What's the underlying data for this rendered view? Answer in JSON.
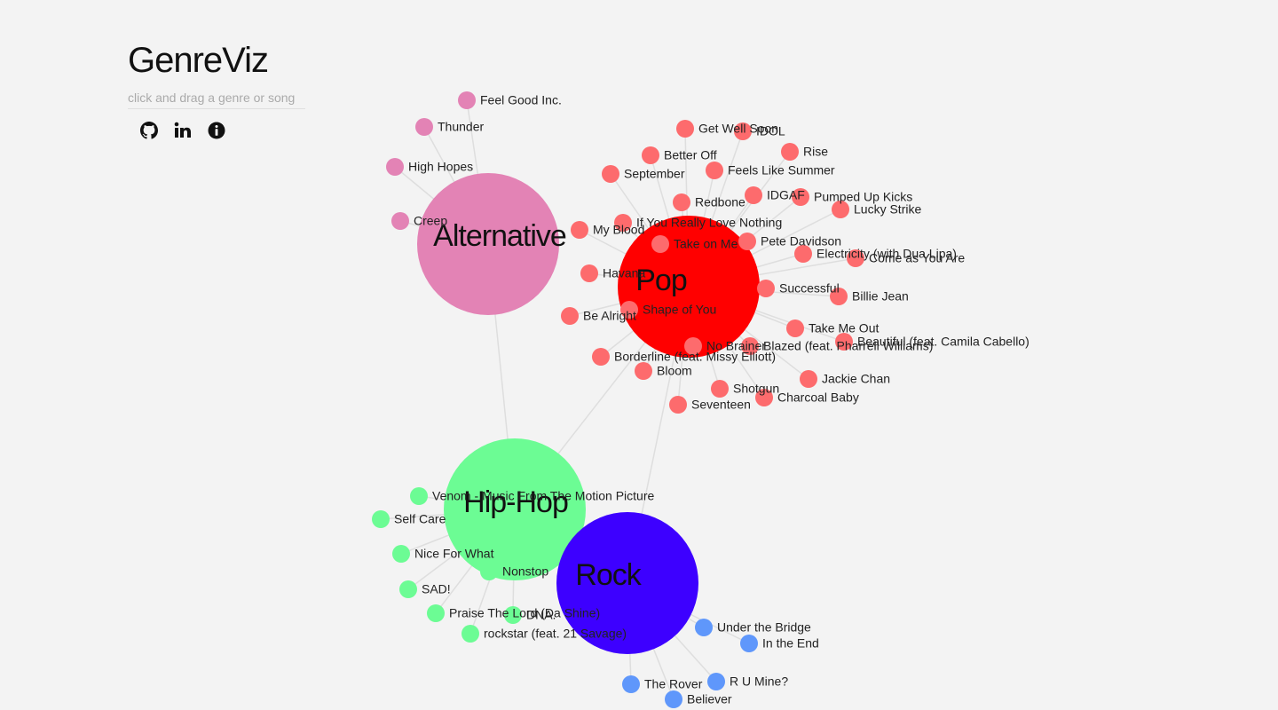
{
  "header": {
    "title": "GenreViz",
    "subtitle": "click and drag a genre or song",
    "icons": [
      "github-icon",
      "linkedin-icon",
      "info-icon"
    ]
  },
  "colors": {
    "Alternative": "#e383b5",
    "Pop": "#ff0000",
    "Hip-Hop": "#6cfc94",
    "Rock": "#3d00ff",
    "song_alternative": "#e383b5",
    "song_pop": "#fd6b6d",
    "song_hiphop": "#6cfc94",
    "song_rock": "#5f97fb"
  },
  "graph": {
    "genres": [
      "Alternative",
      "Pop",
      "Hip-Hop",
      "Rock"
    ],
    "genre_links": [
      [
        "Alternative",
        "Hip-Hop"
      ],
      [
        "Pop",
        "Hip-Hop"
      ],
      [
        "Pop",
        "Rock"
      ]
    ],
    "songs": {
      "Alternative": [
        "Feel Good Inc.",
        "Thunder",
        "High Hopes",
        "Creep"
      ],
      "Pop": [
        "Get Well Soon",
        "IDOL",
        "Rise",
        "Better Off",
        "Feels Like Summer",
        "September",
        "IDGAF",
        "Pumped Up Kicks",
        "Redbone",
        "Lucky Strike",
        "If You Really Love Nothing",
        "My Blood",
        "Take on Me",
        "Pete Davidson",
        "Electricity (with Dua Lipa)",
        "Come as You Are",
        "Havana",
        "Successful",
        "Billie Jean",
        "Be Alright",
        "Shape of You",
        "Take Me Out",
        "No Brainer",
        "Blazed (feat. Pharrell Williams)",
        "Beautiful (feat. Camila Cabello)",
        "Borderline (feat. Missy Elliott)",
        "Bloom",
        "Jackie Chan",
        "Shotgun",
        "Charcoal Baby",
        "Seventeen"
      ],
      "Hip-Hop": [
        "Venom - Music From The Motion Picture",
        "Self Care",
        "Nice For What",
        "Nonstop",
        "SAD!",
        "Praise The Lord (Da Shine)",
        "DNA.",
        "rockstar (feat. 21 Savage)"
      ],
      "Rock": [
        "Under the Bridge",
        "In the End",
        "The Rover",
        "R U Mine?",
        "Believer"
      ]
    }
  }
}
